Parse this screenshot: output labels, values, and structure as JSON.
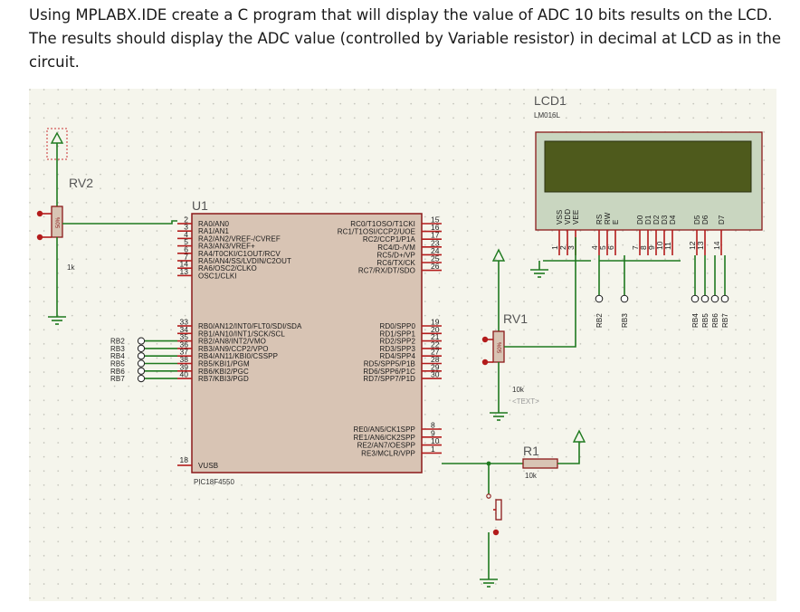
{
  "question": {
    "line1": "Using MPLABX.IDE create a C program that will display the value of ADC 10 bits results on the LCD.",
    "line2": "The results should display the ADC value (controlled by Variable resistor) in decimal at LCD as in the",
    "line3": "circuit."
  },
  "mcu": {
    "ref": "U1",
    "part": "PIC18F4550",
    "left_pins_top": [
      {
        "num": "2",
        "name": "RA0/AN0"
      },
      {
        "num": "3",
        "name": "RA1/AN1"
      },
      {
        "num": "4",
        "name": "RA2/AN2/VREF-/CVREF"
      },
      {
        "num": "5",
        "name": "RA3/AN3/VREF+"
      },
      {
        "num": "6",
        "name": "RA4/T0CKI/C1OUT/RCV"
      },
      {
        "num": "7",
        "name": "RA5/AN4/SS/LVDIN/C2OUT"
      },
      {
        "num": "14",
        "name": "RA6/OSC2/CLKO"
      },
      {
        "num": "13",
        "name": "OSC1/CLKI"
      }
    ],
    "left_pins_bottom": [
      {
        "num": "33",
        "name": "RB0/AN12/INT0/FLT0/SDI/SDA"
      },
      {
        "num": "34",
        "name": "RB1/AN10/INT1/SCK/SCL"
      },
      {
        "num": "35",
        "name": "RB2/AN8/INT2/VMO"
      },
      {
        "num": "36",
        "name": "RB3/AN9/CCP2/VPO"
      },
      {
        "num": "37",
        "name": "RB4/AN11/KBI0/CSSPP"
      },
      {
        "num": "38",
        "name": "RB5/KBI1/PGM"
      },
      {
        "num": "39",
        "name": "RB6/KBI2/PGC"
      },
      {
        "num": "40",
        "name": "RB7/KBI3/PGD"
      }
    ],
    "vusb_pin": {
      "num": "18",
      "name": "VUSB"
    },
    "right_pins_top": [
      {
        "num": "15",
        "name": "RC0/T1OSO/T1CKI"
      },
      {
        "num": "16",
        "name": "RC1/T1OSI/CCP2/UOE"
      },
      {
        "num": "17",
        "name": "RC2/CCP1/P1A"
      },
      {
        "num": "23",
        "name": "RC4/D-/VM"
      },
      {
        "num": "24",
        "name": "RC5/D+/VP"
      },
      {
        "num": "25",
        "name": "RC6/TX/CK"
      },
      {
        "num": "26",
        "name": "RC7/RX/DT/SDO"
      }
    ],
    "right_pins_mid": [
      {
        "num": "19",
        "name": "RD0/SPP0"
      },
      {
        "num": "20",
        "name": "RD1/SPP1"
      },
      {
        "num": "21",
        "name": "RD2/SPP2"
      },
      {
        "num": "22",
        "name": "RD3/SPP3"
      },
      {
        "num": "27",
        "name": "RD4/SPP4"
      },
      {
        "num": "28",
        "name": "RD5/SPP5/P1B"
      },
      {
        "num": "29",
        "name": "RD6/SPP6/P1C"
      },
      {
        "num": "30",
        "name": "RD7/SPP7/P1D"
      }
    ],
    "right_pins_bottom": [
      {
        "num": "8",
        "name": "RE0/AN5/CK1SPP"
      },
      {
        "num": "9",
        "name": "RE1/AN6/CK2SPP"
      },
      {
        "num": "10",
        "name": "RE2/AN7/OESPP"
      },
      {
        "num": "1",
        "name": "RE3/MCLR/VPP"
      }
    ]
  },
  "rb_terminals": [
    "RB2",
    "RB3",
    "RB4",
    "RB5",
    "RB6",
    "RB7"
  ],
  "rv2": {
    "ref": "RV2",
    "value": "1k",
    "percent": "50%"
  },
  "rv1": {
    "ref": "RV1",
    "value": "10k",
    "text": "<TEXT>",
    "percent": "50%"
  },
  "r1": {
    "ref": "R1",
    "value": "10k"
  },
  "lcd": {
    "ref": "LCD1",
    "part": "LM016L",
    "pin_names": [
      "VSS",
      "VDD",
      "VEE",
      "RS",
      "RW",
      "E",
      "D0",
      "D1",
      "D2",
      "D3",
      "D4",
      "D5",
      "D6",
      "D7"
    ],
    "pin_nums": [
      "1",
      "2",
      "3",
      "4",
      "5",
      "6",
      "7",
      "8",
      "9",
      "10",
      "11",
      "12",
      "13",
      "14"
    ],
    "terminals": [
      "RB2",
      "RB3",
      "RB4",
      "RB5",
      "RB6",
      "RB7"
    ]
  },
  "colors": {
    "sheet_bg": "#f5f5ec",
    "grid_dot": "#b9b9b0",
    "chip_fill": "#d8c4b4",
    "chip_border": "#8b1a1a",
    "wire": "#1f7a1f",
    "pin": "#b31b1b",
    "lcd_screen": "#4e5a1c",
    "lcd_frame": "#c9d6c0"
  }
}
